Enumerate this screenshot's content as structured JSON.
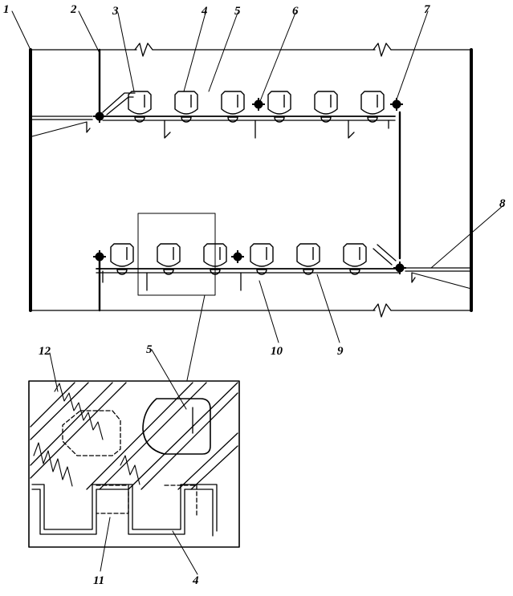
{
  "colors": {
    "ink": "#000000",
    "paper": "#ffffff"
  },
  "callouts": {
    "c1": "1",
    "c2": "2",
    "c3": "3",
    "c4": "4",
    "c5": "5",
    "c6": "6",
    "c7": "7",
    "c8": "8",
    "c9": "9",
    "c10": "10",
    "c5_detail": "5",
    "c12": "12",
    "c11": "11",
    "c4_detail": "4"
  }
}
